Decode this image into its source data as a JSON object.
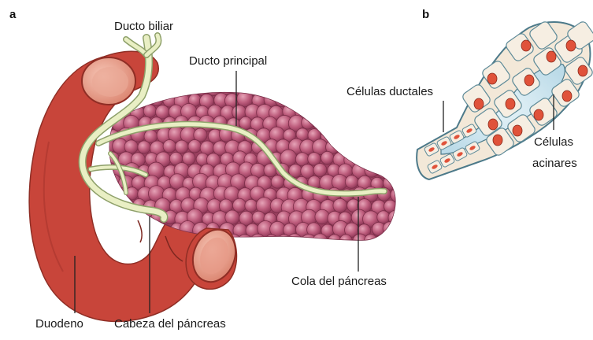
{
  "panels": {
    "a": "a",
    "b": "b"
  },
  "labels": {
    "bile_duct": "Ducto biliar",
    "main_duct": "Ducto principal",
    "tail": "Cola del páncreas",
    "duodenum": "Duodeno",
    "head": "Cabeza del páncreas",
    "ductal_cells": "Células ductales",
    "acinar_line1": "Células",
    "acinar_line2": "acinares"
  },
  "colors": {
    "duodenum": "#c8453a",
    "duodenum_dark": "#a8362d",
    "pancreas_lobule": "#b85a78",
    "pancreas_outline": "#7a2e48",
    "duct": "#e9efc4",
    "duct_outline": "#8ea06a",
    "cell_fill": "#f3e8d8",
    "nucleus": "#e0523a",
    "lumen": "#cfe6ef",
    "acinus_outline": "#4d7a8a"
  }
}
